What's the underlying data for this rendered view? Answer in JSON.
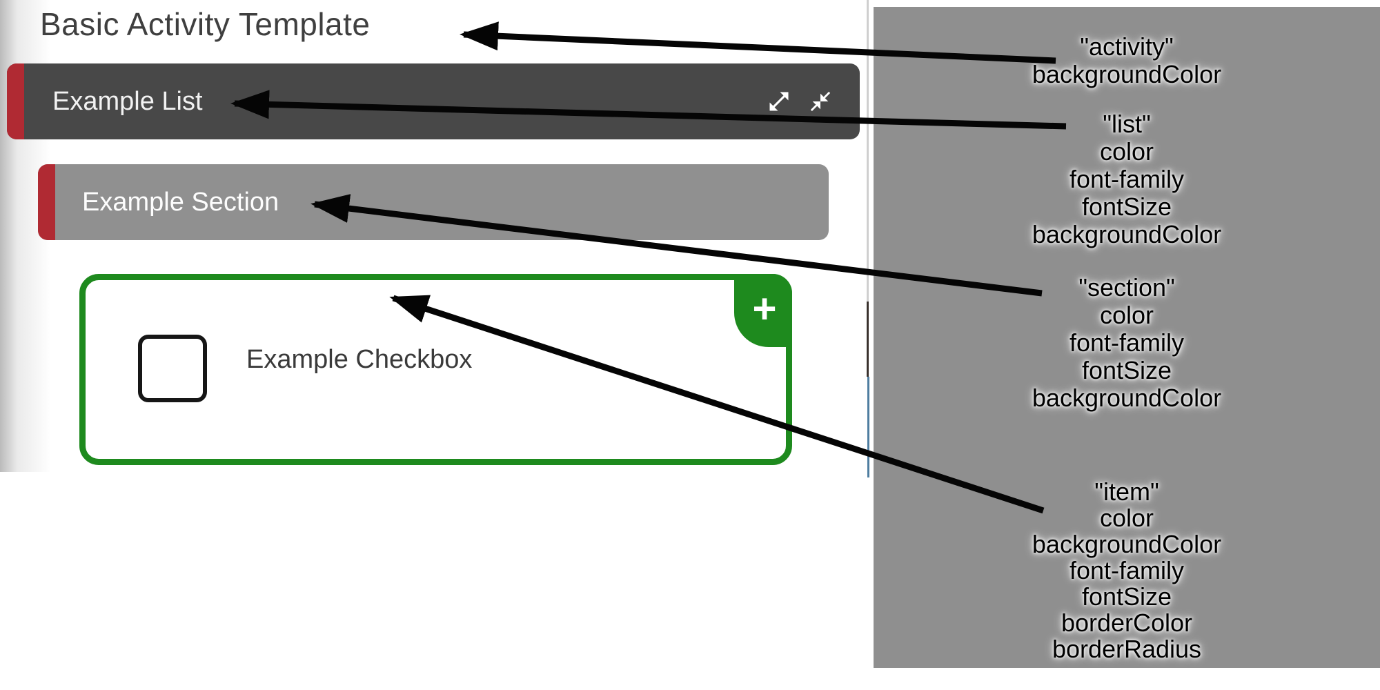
{
  "app": {
    "title": "Basic Activity Template",
    "list": {
      "label": "Example List",
      "expand_icon": "open-in-full",
      "collapse_icon": "close-fullscreen"
    },
    "section": {
      "label": "Example Section"
    },
    "item": {
      "checkbox_label": "Example Checkbox",
      "add_button_label": "+"
    }
  },
  "annotations": {
    "activity": {
      "name": "\"activity\"",
      "props": [
        "backgroundColor"
      ]
    },
    "list": {
      "name": "\"list\"",
      "props": [
        "color",
        "font-family",
        "fontSize",
        "backgroundColor"
      ]
    },
    "section": {
      "name": "\"section\"",
      "props": [
        "color",
        "font-family",
        "fontSize",
        "backgroundColor"
      ]
    },
    "item": {
      "name": "\"item\"",
      "props": [
        "color",
        "backgroundColor",
        "font-family",
        "fontSize",
        "borderColor",
        "borderRadius"
      ]
    }
  },
  "colors": {
    "accent_red": "#b02a33",
    "list_bar_bg": "#484848",
    "section_bar_bg": "#909090",
    "panel_bg": "#8f8f8f",
    "item_green": "#1e8a1e",
    "edge_blue": "#4e7da0",
    "arrow_black": "#050505"
  }
}
